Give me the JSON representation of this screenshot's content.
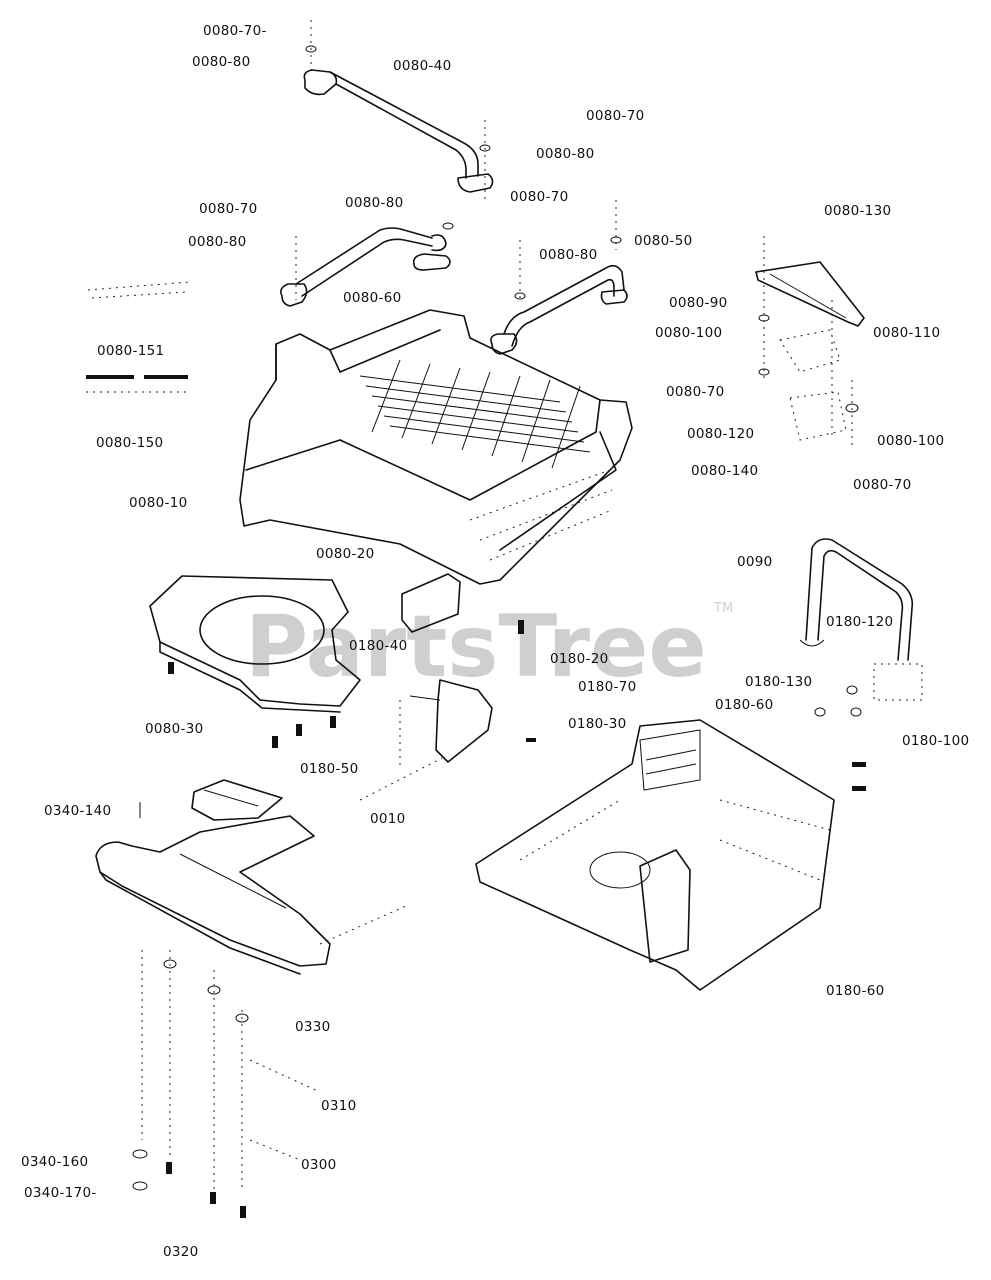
{
  "watermark": {
    "text": "PartsTree",
    "trademark": "TM",
    "color": "#cfcfcf"
  },
  "line_color": "#111111",
  "labels": {
    "l_0080_70_a": "0080-70-",
    "l_0080_80_a": "0080-80",
    "l_0080_40": "0080-40",
    "l_0080_70_b": "0080-70",
    "l_0080_80_b": "0080-80",
    "l_0080_70_c": "0080-70",
    "l_0080_70_d": "0080-70",
    "l_0080_80_c": "0080-80",
    "l_0080_80_d": "0080-80",
    "l_0080_130": "0080-130",
    "l_0080_80_e": "0080-80",
    "l_0080_50": "0080-50",
    "l_0080_90": "0080-90",
    "l_0080_60": "0080-60",
    "l_0080_100_a": "0080-100",
    "l_0080_110": "0080-110",
    "l_0080_151": "0080-151",
    "l_0080_70_e": "0080-70",
    "l_0080_120": "0080-120",
    "l_0080_100_b": "0080-100",
    "l_0080_150": "0080-150",
    "l_0080_140": "0080-140",
    "l_0080_70_f": "0080-70",
    "l_0080_10": "0080-10",
    "l_0080_20": "0080-20",
    "l_0090": "0090",
    "l_0180_120": "0180-120",
    "l_0180_40": "0180-40",
    "l_0180_20": "0180-20",
    "l_0180_130": "0180-130",
    "l_0180_70": "0180-70",
    "l_0180_60_a": "0180-60",
    "l_0180_30": "0180-30",
    "l_0080_30": "0080-30",
    "l_0180_100": "0180-100",
    "l_0180_50": "0180-50",
    "l_0340_140": "0340-140",
    "l_0010": "0010",
    "l_0180_60_b": "0180-60",
    "l_0330": "0330",
    "l_0310": "0310",
    "l_0340_160": "0340-160",
    "l_0300": "0300",
    "l_0340_170": "0340-170-",
    "l_0320": "0320"
  }
}
